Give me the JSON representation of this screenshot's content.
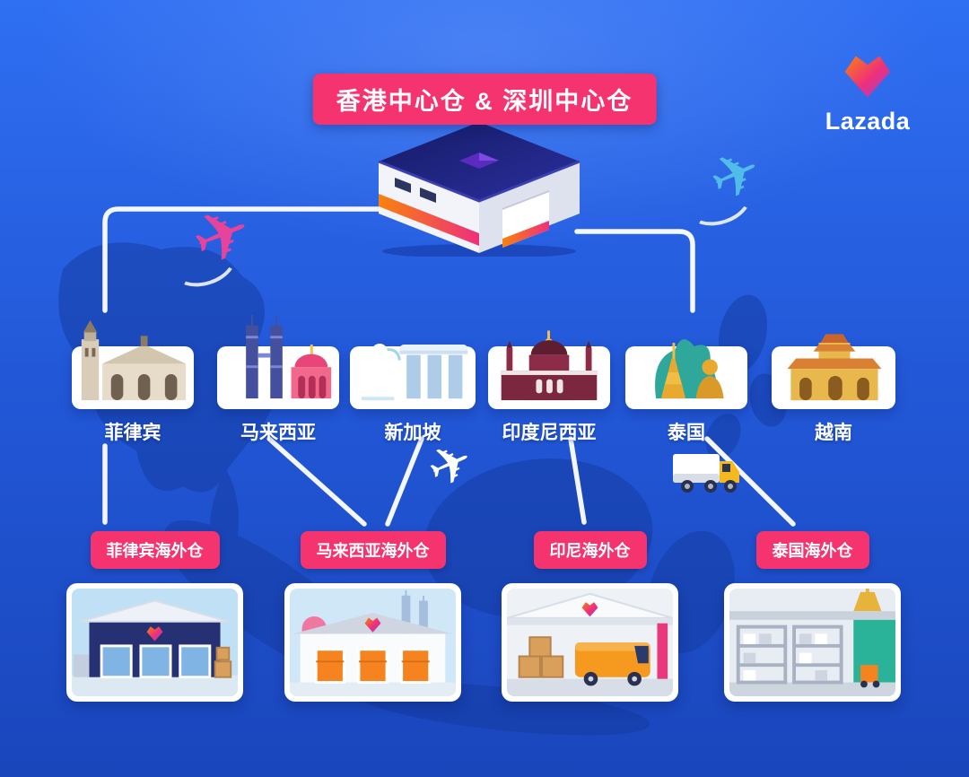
{
  "header": {
    "title": "香港中心仓 & 深圳中心仓"
  },
  "brand": {
    "name": "Lazada"
  },
  "icons": {
    "airplane": "✈"
  },
  "countries": [
    {
      "label": "菲律宾"
    },
    {
      "label": "马来西亚"
    },
    {
      "label": "新加坡"
    },
    {
      "label": "印度尼西亚"
    },
    {
      "label": "泰国"
    },
    {
      "label": "越南"
    }
  ],
  "overseas_warehouses": [
    {
      "label": "菲律宾海外仓"
    },
    {
      "label": "马来西亚海外仓"
    },
    {
      "label": "印尼海外仓"
    },
    {
      "label": "泰国海外仓"
    }
  ],
  "colors": {
    "background_top": "#2f6ff2",
    "background_bottom": "#1a46bc",
    "accent_pink": "#f5336f",
    "map_blue": "#16389f",
    "connector_line": "#ffffff",
    "brand_gradient": [
      "#f9820c",
      "#ee2f7c",
      "#8f4bd6"
    ]
  }
}
